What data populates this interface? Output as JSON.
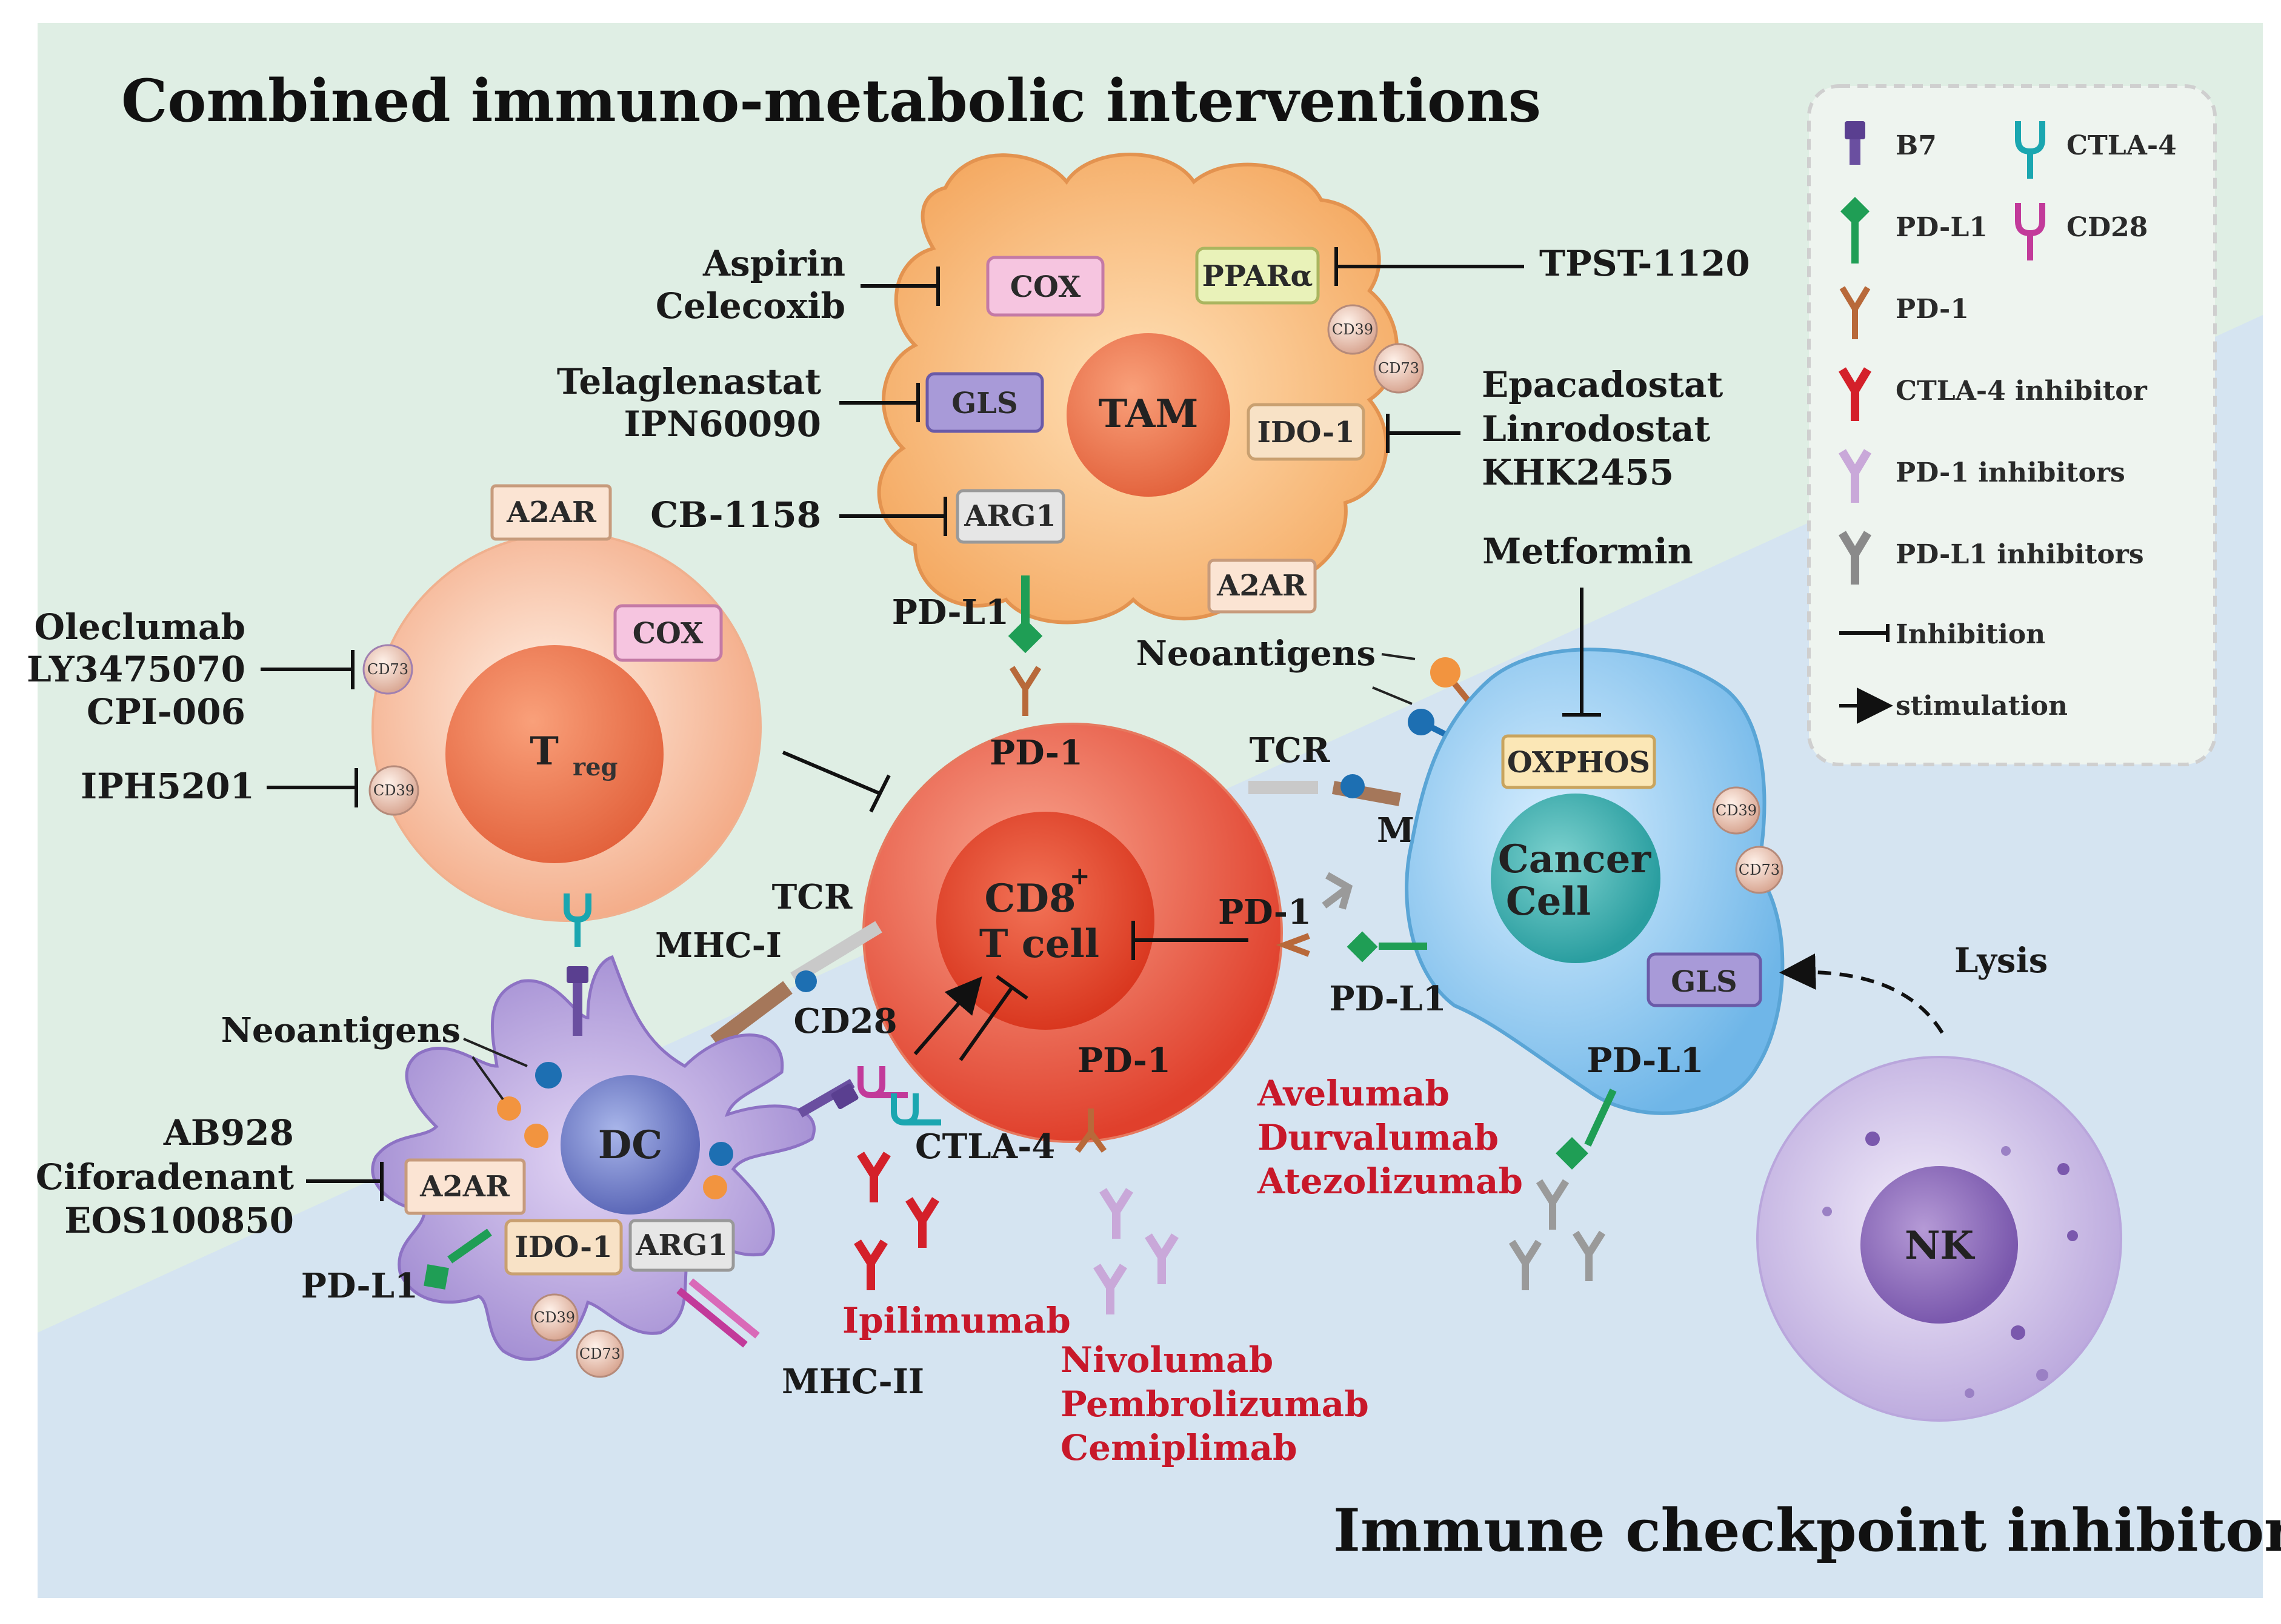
{
  "title_top": "Combined immuno-metabolic interventions",
  "title_bottom": "Immune checkpoint inhibitors",
  "legend": {
    "b7": "B7",
    "ctla4": "CTLA-4",
    "pdl1": "PD-L1",
    "cd28": "CD28",
    "pd1": "PD-1",
    "ctla4_inhibitor": "CTLA-4 inhibitor",
    "pd1_inhibitors": "PD-1 inhibitors",
    "pdl1_inhibitors": "PD-L1 inhibitors",
    "inhibition": "Inhibition",
    "stimulation": "stimulation"
  },
  "cells": {
    "tam": "TAM",
    "treg": "T",
    "treg_sub": "reg",
    "cd8_a": "CD8",
    "cd8_sup": "+",
    "cd8_b": "T cell",
    "cancer_a": "Cancer",
    "cancer_b": "Cell",
    "dc": "DC",
    "nk": "NK"
  },
  "boxes": {
    "cox_tam": "COX",
    "ppara": "PPARα",
    "gls_tam": "GLS",
    "ido1_tam": "IDO-1",
    "arg1_tam": "ARG1",
    "a2ar_tam": "A2AR",
    "a2ar_treg": "A2AR",
    "cox_treg": "COX",
    "oxphos": "OXPHOS",
    "gls_cancer": "GLS",
    "a2ar_dc": "A2AR",
    "ido1_dc": "IDO-1",
    "arg1_dc": "ARG1"
  },
  "small": {
    "cd39": "CD39",
    "cd73": "CD73"
  },
  "drugs": {
    "aspirin": "Aspirin",
    "celecoxib": "Celecoxib",
    "tpst": "TPST-1120",
    "telaglenastat": "Telaglenastat",
    "ipn": "IPN60090",
    "epacadostat": "Epacadostat",
    "linrodostat": "Linrodostat",
    "khk": "KHK2455",
    "cb1158": "CB-1158",
    "metformin": "Metformin",
    "oleclumab": "Oleclumab",
    "ly": "LY3475070",
    "cpi": "CPI-006",
    "iph": "IPH5201",
    "ab928": "AB928",
    "ciforadenant": "Ciforadenant",
    "eos": "EOS100850"
  },
  "labels": {
    "pdl1_tam": "PD-L1",
    "pd1_top": "PD-1",
    "neoantigens_right": "Neoantigens",
    "tcr_right": "TCR",
    "mhci_right": "MHC-I",
    "tcr_left": "TCR",
    "mhci_left": "MHC-I",
    "pd1_right": "PD-1",
    "pdl1_cancer": "PD-L1",
    "lysis": "Lysis",
    "pdl1_cancer_bottom": "PD-L1",
    "neoantigens_left": "Neoantigens",
    "cd28": "CD28",
    "ctla4": "CTLA-4",
    "pd1_bottom": "PD-1",
    "pdl1_dc": "PD-L1",
    "mhcii": "MHC-II"
  },
  "red_drugs": {
    "avelumab": "Avelumab",
    "durvalumab": "Durvalumab",
    "atezolizumab": "Atezolizumab",
    "ipilimumab": "Ipilimumab",
    "nivolumab": "Nivolumab",
    "pembrolizumab": "Pembrolizumab",
    "cemiplimab": "Cemiplimab"
  }
}
